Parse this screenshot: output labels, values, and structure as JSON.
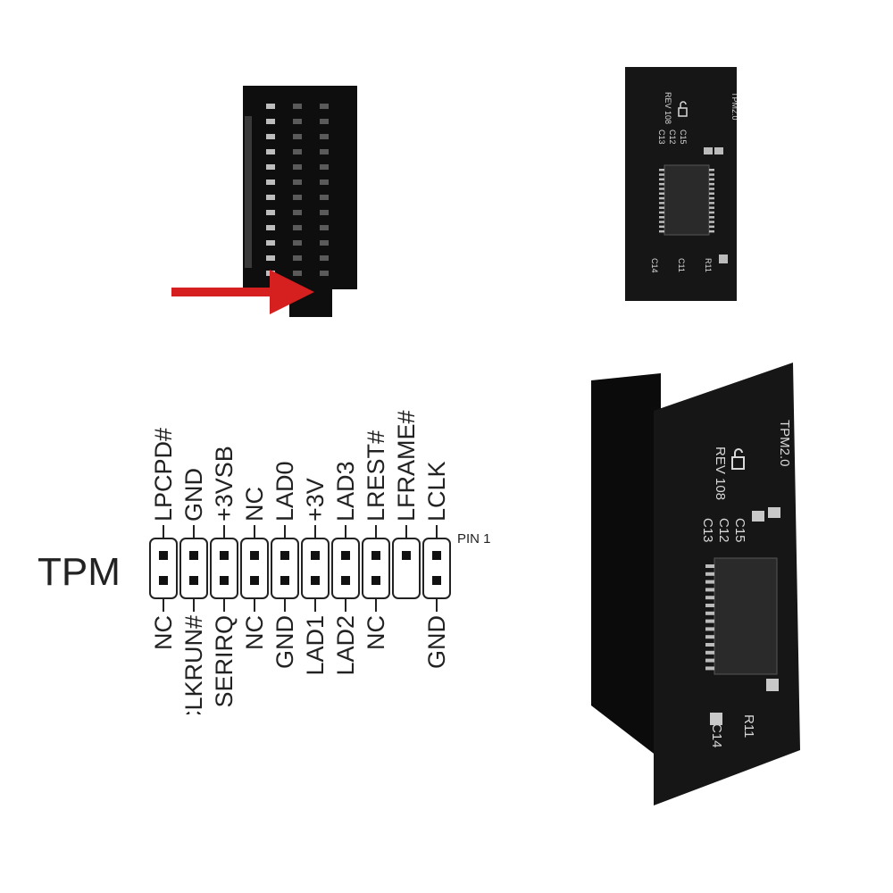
{
  "diagram": {
    "title": "TPM",
    "pin1_label": "PIN 1",
    "top_row": [
      "LPCPD#",
      "GND",
      "+3VSB",
      "NC",
      "LAD0",
      "+3V",
      "LAD3",
      "LREST#",
      "LFRAME#",
      "LCLK"
    ],
    "bottom_row": [
      "NC",
      "CLKRUN#",
      "SERIRQ",
      "NC",
      "GND",
      "LAD1",
      "LAD2",
      "NC",
      "",
      "GND"
    ]
  },
  "board": {
    "silkscreen_model": "TPM2.0",
    "silkscreen_rev": "REV 108",
    "capacitors": [
      "C15",
      "C12",
      "C13",
      "C11",
      "C14",
      "R11"
    ]
  },
  "colors": {
    "pcb": "#161616",
    "silkscreen": "#d9d9d9",
    "arrow": "#d61f1f"
  }
}
